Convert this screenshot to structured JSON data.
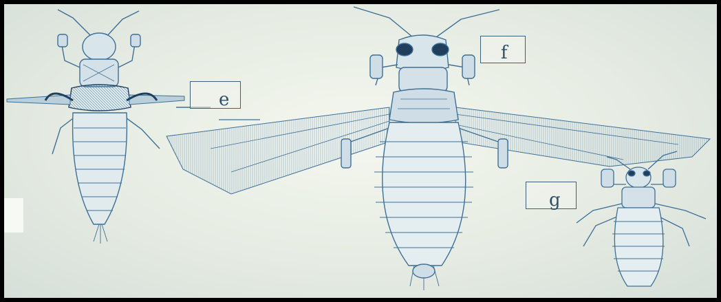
{
  "labels": {
    "e": "e",
    "f": "f",
    "g": "g"
  },
  "colors": {
    "ink": "#3d6f96",
    "ink_dark": "#1f3f5c",
    "paper": "#eef2ea",
    "frame": "#000000"
  }
}
